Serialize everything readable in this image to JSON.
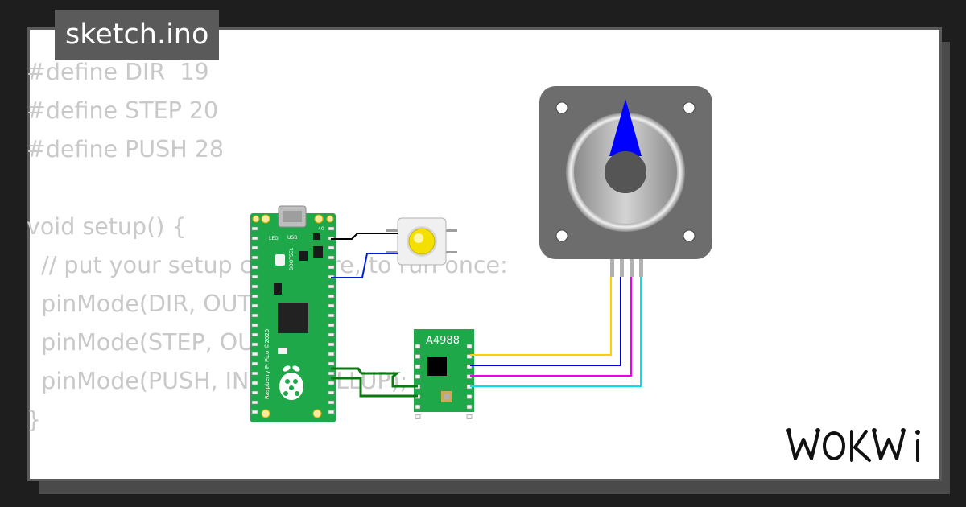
{
  "file_tab": {
    "label": "sketch.ino"
  },
  "code_lines": [
    "#define DIR  19",
    "#define STEP 20",
    "#define PUSH 28",
    "",
    "void setup() {",
    "  // put your setup code here, to run once:",
    "  pinMode(DIR, OUTPUT);",
    "  pinMode(STEP, OUTPUT);",
    "  pinMode(PUSH, INPUT_PULLUP);",
    "}"
  ],
  "pico": {
    "label_usb": "USB",
    "label_led": "LED",
    "label_bootsel": "BOOTSEL",
    "silk_text": "Raspberry Pi Pico ©2020",
    "pin_40": "40",
    "board_color": "#1ea84a"
  },
  "driver": {
    "label": "A4988",
    "board_color": "#1ea84a"
  },
  "wires": {
    "black": "#000000",
    "blue": "#0020d0",
    "green": "#0a7a10",
    "yellow": "#ffd000",
    "navy": "#0000cc",
    "magenta": "#ee00ee",
    "cyan": "#00e0ee"
  },
  "motor": {
    "pointer_color": "#0000ff"
  },
  "brand": {
    "logo": "WOKWI"
  }
}
